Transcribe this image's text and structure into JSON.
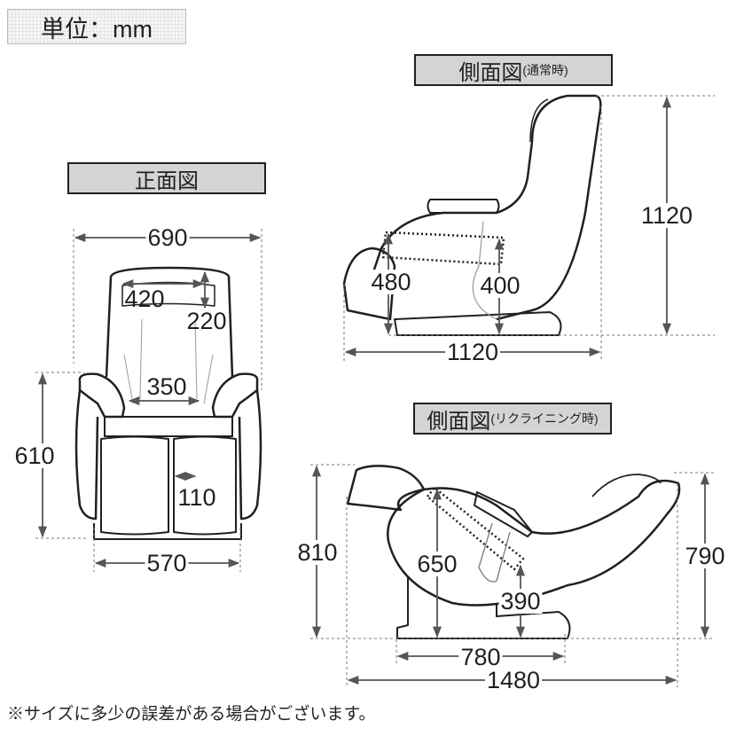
{
  "unit_label": "単位：mm",
  "front_view": {
    "title": "正面図",
    "dimensions": {
      "width": "690",
      "height": "610",
      "base_width": "570",
      "headrest_width": "420",
      "headrest_height": "220",
      "seat_width": "350",
      "leg_gap": "110"
    }
  },
  "side_view_normal": {
    "title": "側面図",
    "subtitle": "(通常時)",
    "dimensions": {
      "height": "1120",
      "depth": "1120",
      "armrest_height": "480",
      "seat_height": "400"
    }
  },
  "side_view_recline": {
    "title": "側面図",
    "subtitle": "(リクライニング時)",
    "dimensions": {
      "footrest_height": "810",
      "back_height": "790",
      "base_length": "780",
      "total_length": "1480",
      "armrest_height": "650",
      "seat_height": "390"
    }
  },
  "footnote": "※サイズに多少の誤差がある場合がございます。",
  "colors": {
    "title_bg": "#d4d4d4",
    "line": "#231f20",
    "dim_line": "#555555"
  }
}
